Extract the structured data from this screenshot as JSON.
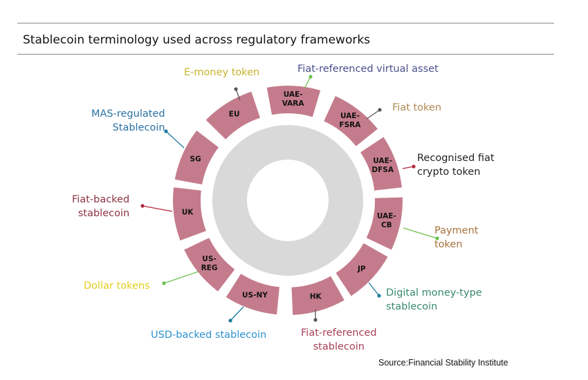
{
  "title": "Stablecoin terminology used across regulatory frameworks",
  "source": "Source:Financial Stability Institute",
  "segment_color": "#c47c8c",
  "segments": [
    {
      "code": "UAE-\nVARA",
      "lines": [
        "UAE-",
        "VARA"
      ],
      "term": "Fiat-referenced virtual asset",
      "color": "#4b4f8c",
      "dot": "#6cc04a"
    },
    {
      "code": "UAE-FSRA",
      "lines": [
        "UAE-",
        "FSRA"
      ],
      "term": "Fiat token",
      "color": "#b08a52",
      "dot": "#555555"
    },
    {
      "code": "UAE-DFSA",
      "lines": [
        "UAE-",
        "DFSA"
      ],
      "term": "Recognised fiat crypto token",
      "color": "#222222",
      "dot": "#b0283a"
    },
    {
      "code": "UAE-CB",
      "lines": [
        "UAE-",
        "CB"
      ],
      "term": "Payment token",
      "color": "#a8723c",
      "dot": "#6cc04a"
    },
    {
      "code": "JP",
      "lines": [
        "JP"
      ],
      "term": "Digital money-type stablecoin",
      "color": "#3a8a6c",
      "dot": "#1a7aa0"
    },
    {
      "code": "HK",
      "lines": [
        "HK"
      ],
      "term": "Fiat-referenced stablecoin",
      "color": "#a8405a",
      "dot": "#555555"
    },
    {
      "code": "US-NY",
      "lines": [
        "US-NY"
      ],
      "term": "USD-backed stablecoin",
      "color": "#2c92cc",
      "dot": "#1a7aa0"
    },
    {
      "code": "US-REG",
      "lines": [
        "US-",
        "REG"
      ],
      "term": "Dollar tokens",
      "color": "#e2cf1e",
      "dot": "#6cc04a"
    },
    {
      "code": "UK",
      "lines": [
        "UK"
      ],
      "term": "Fiat-backed stablecoin",
      "color": "#8c3244",
      "dot": "#b0283a"
    },
    {
      "code": "SG",
      "lines": [
        "SG"
      ],
      "term": "MAS-regulated Stablecoin",
      "color": "#2a72a4",
      "dot": "#1a7aa0"
    },
    {
      "code": "EU",
      "lines": [
        "EU"
      ],
      "term": "E-money token",
      "color": "#c6b52a",
      "dot": "#555555"
    }
  ],
  "labels": {
    "vara": "Fiat-referenced virtual asset",
    "fsra": "Fiat token",
    "dfsa_1": "Recognised fiat",
    "dfsa_2": "crypto token",
    "cb_1": "Payment",
    "cb_2": "token",
    "jp_1": "Digital money-type",
    "jp_2": "stablecoin",
    "hk_1": "Fiat-referenced",
    "hk_2": "stablecoin",
    "usny": "USD-backed stablecoin",
    "usreg": "Dollar tokens",
    "uk_1": "Fiat-backed",
    "uk_2": "stablecoin",
    "sg_1": "MAS-regulated",
    "sg_2": "Stablecoin",
    "eu": "E-money token"
  }
}
